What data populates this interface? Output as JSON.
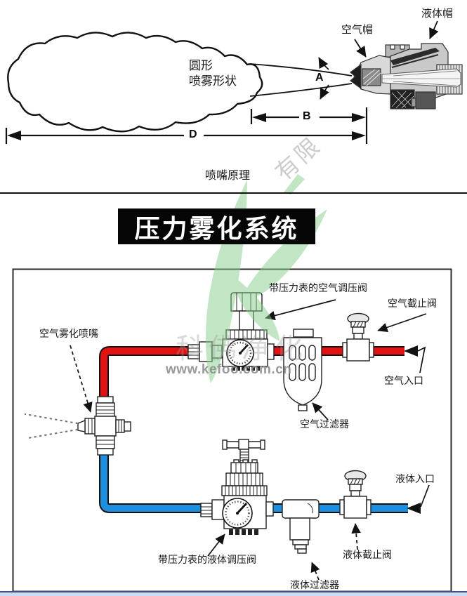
{
  "colors": {
    "pipe_air": "#e11212",
    "pipe_liquid": "#1e8fdc",
    "watermark_green": "#86cf8a",
    "banner_bg": "#060606",
    "banner_text": "#ffffff",
    "footer_band": "#cddcf1",
    "footer_line": "#3d5285"
  },
  "top_diagram": {
    "spray_shape_label_line1": "圆形",
    "spray_shape_label_line2": "喷雾形状",
    "air_cap_label": "空气帽",
    "liquid_cap_label": "液体帽",
    "dim_a": "A",
    "dim_b": "B",
    "dim_d": "D",
    "caption": "喷嘴原理"
  },
  "banner": {
    "title": "压力雾化系统"
  },
  "system_diagram": {
    "air_regulator_label": "带压力表的空气调压阀",
    "air_shutoff_valve_label": "空气截止阀",
    "air_inlet_label": "空气入口",
    "air_filter_label": "空气过滤器",
    "atomizing_nozzle_label": "空气雾化喷嘴",
    "liquid_inlet_label": "液体入口",
    "liquid_shutoff_valve_label": "液体截止阀",
    "liquid_regulator_label": "带压力表的液体调压阀",
    "liquid_filter_label": "液体过滤器"
  },
  "watermark": {
    "url": "www.kefoo.com.cn",
    "company_text": "科佛净化",
    "top_fragment": "有限"
  }
}
